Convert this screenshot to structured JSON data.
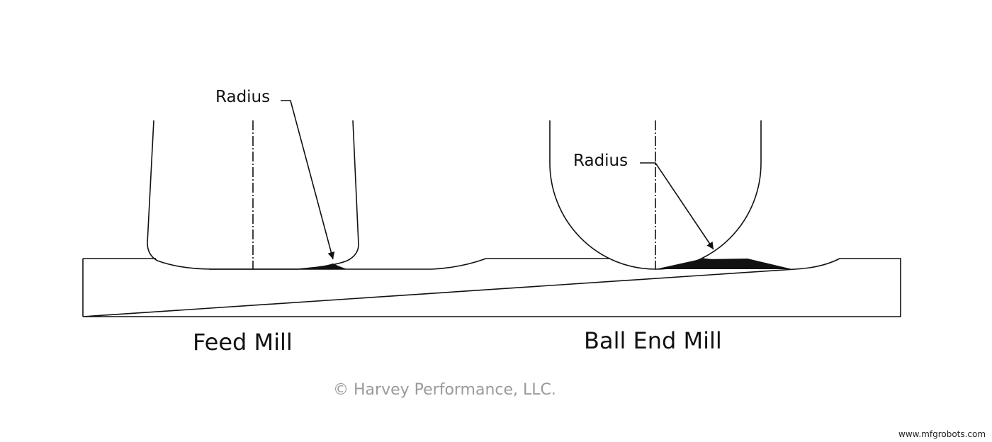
{
  "feed_mill": {
    "radius_label": "Radius",
    "caption": "Feed Mill"
  },
  "ball_end_mill": {
    "radius_label": "Radius",
    "caption": "Ball End Mill"
  },
  "copyright": "© Harvey Performance, LLC.",
  "watermark": "www.mfgrobots.com",
  "colors": {
    "line": "#111111",
    "copyright": "#9a9a9a"
  }
}
